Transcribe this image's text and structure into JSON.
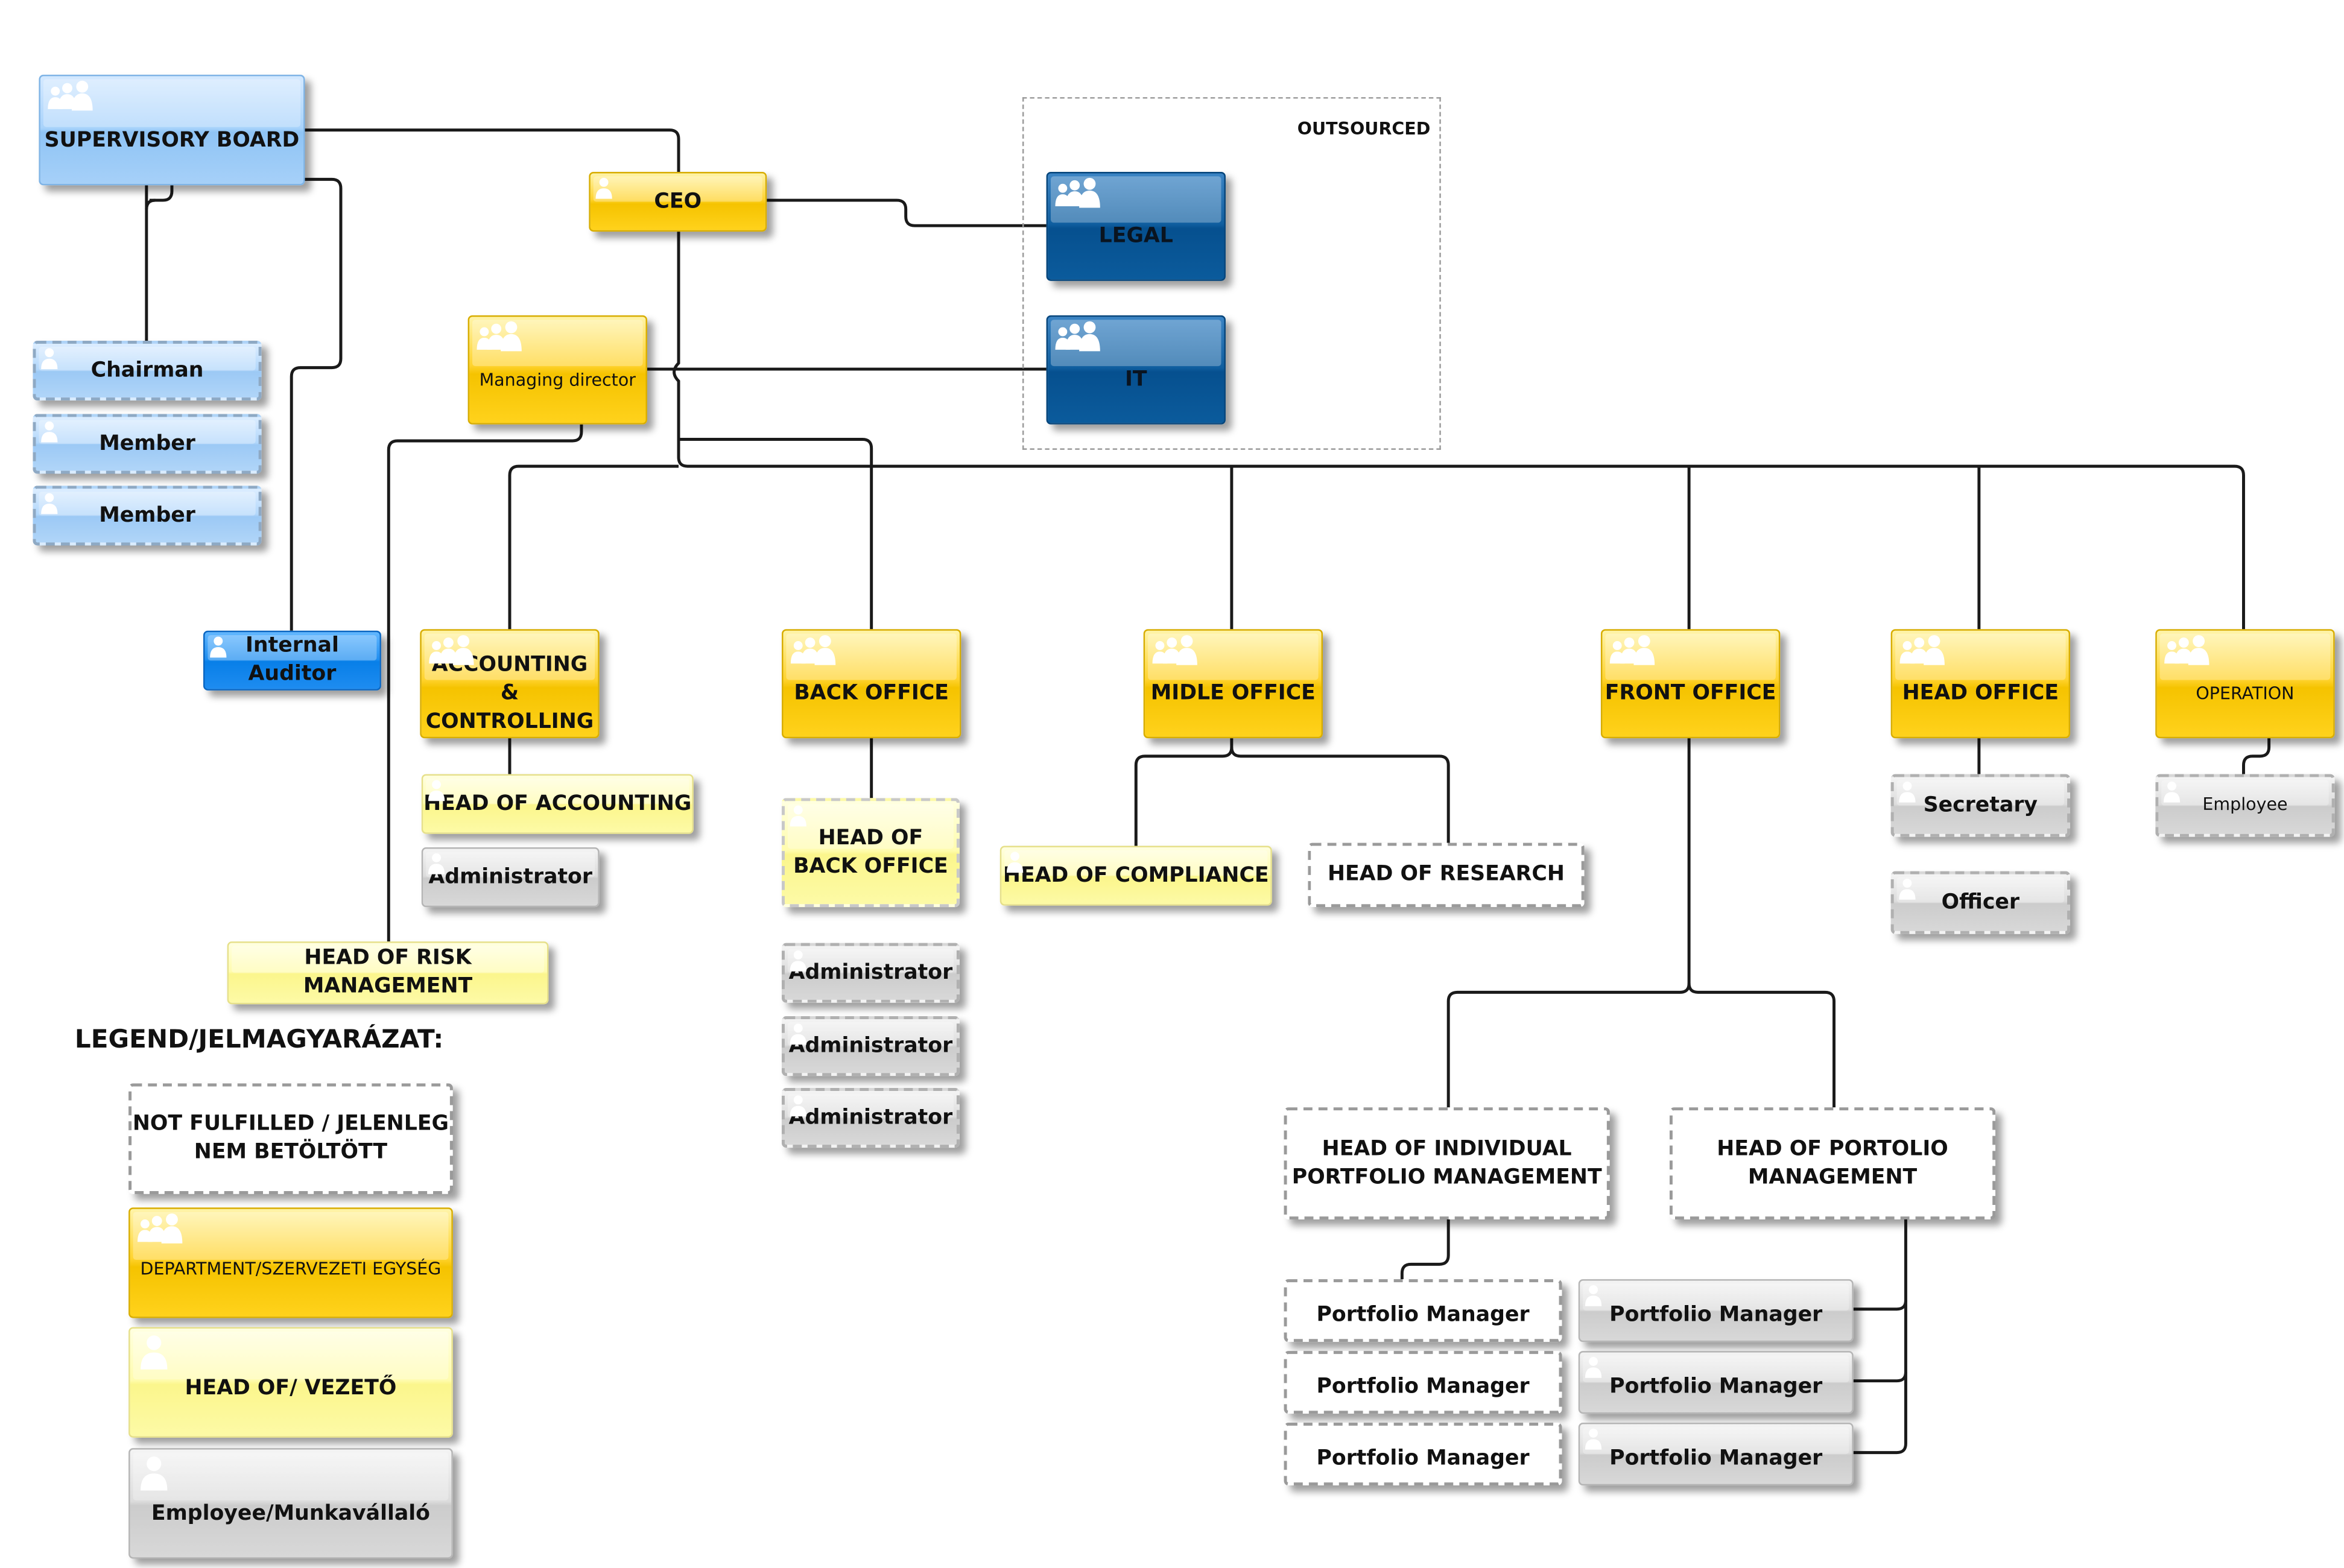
{
  "outsourced": {
    "label": "OUTSOURCED"
  },
  "boxes": {
    "supervisory_board": "SUPERVISORY BOARD",
    "ceo": "CEO",
    "legal": "LEGAL",
    "it": "IT",
    "chairman": "Chairman",
    "member_1": "Member",
    "member_2": "Member",
    "managing_director": "Managing director",
    "internal_auditor": "Internal Auditor",
    "accounting": "ACCOUNTING &\nCONTROLLING",
    "back_office": "BACK OFFICE",
    "midle_office": "MIDLE OFFICE",
    "front_office": "FRONT OFFICE",
    "head_office": "HEAD OFFICE",
    "operation": "OPERATION",
    "head_of_accounting": "HEAD OF ACCOUNTING",
    "acc_administrator": "Administrator",
    "head_of_back_office": "HEAD OF\nBACK  OFFICE",
    "head_of_compliance": "HEAD OF COMPLIANCE",
    "head_of_research": "HEAD OF RESEARCH",
    "secretary": "Secretary",
    "officer": "Officer",
    "employee": "Employee",
    "head_of_risk": "HEAD  OF RISK MANAGEMENT",
    "bo_administrator_1": "Administrator",
    "bo_administrator_2": "Administrator",
    "bo_administrator_3": "Administrator",
    "head_of_individual_pm": "HEAD OF INDIVIDUAL\nPORTFOLIO MANAGEMENT",
    "head_of_portolio_mgmt": "HEAD  OF  PORTOLIO\nMANAGEMENT",
    "pm_left_1": "Portfolio Manager",
    "pm_left_2": "Portfolio Manager",
    "pm_left_3": "Portfolio Manager",
    "pm_right_1": "Portfolio Manager",
    "pm_right_2": "Portfolio Manager",
    "pm_right_3": "Portfolio Manager"
  },
  "legend": {
    "title": "LEGEND/JELMAGYARÁZAT:",
    "not_fulfilled": "NOT FULFILLED / JELENLEG\nNEM BETÖLTÖTT",
    "department": "DEPARTMENT/SZERVEZETI EGYSÉG",
    "head_of": "HEAD OF/ VEZETŐ",
    "employee": "Employee/Munkavállaló"
  },
  "colors": {
    "department_yellow": "#ffd32e",
    "head_light_yellow": "#fcf8a0",
    "employee_grey": "#d6d6d6",
    "board_light_blue": "#a9d3fb",
    "outsourced_dark_blue": "#0f5e9f",
    "auditor_blue": "#1f8ef0",
    "connector": "#1a1a1a"
  }
}
